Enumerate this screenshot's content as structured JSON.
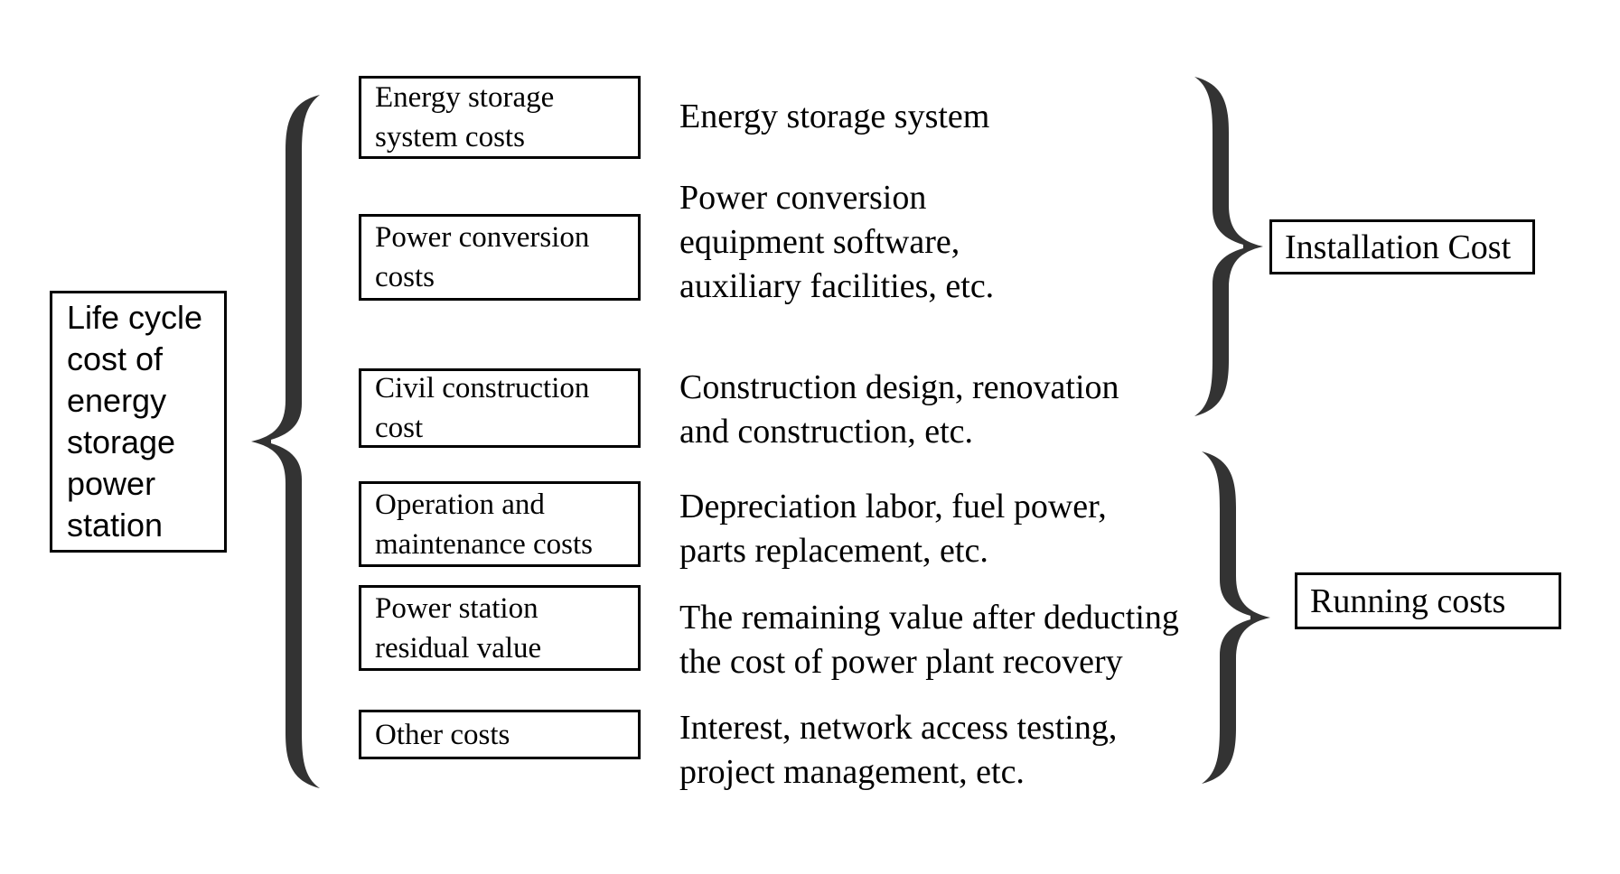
{
  "title_box": {
    "label": "Life cycle\ncost of\nenergy\nstorage\npower\nstation"
  },
  "rows": [
    {
      "box": "Energy storage\nsystem costs",
      "desc": "Energy storage system"
    },
    {
      "box": "Power conversion\ncosts",
      "desc": "Power conversion\nequipment software,\nauxiliary facilities, etc."
    },
    {
      "box": "Civil construction\ncost",
      "desc": "Construction design, renovation\nand construction, etc."
    },
    {
      "box": "Operation and\nmaintenance costs",
      "desc": "Depreciation labor, fuel power,\nparts replacement, etc."
    },
    {
      "box": "Power station\nresidual value",
      "desc": "The remaining value after deducting\nthe cost of power plant recovery"
    },
    {
      "box": "Other costs",
      "desc": "Interest, network access testing,\nproject management, etc."
    }
  ],
  "groups": [
    {
      "label": "Installation Cost"
    },
    {
      "label": "Running costs"
    }
  ],
  "colors": {
    "ink": "#000000",
    "brace": "#333333",
    "background": "#ffffff"
  }
}
